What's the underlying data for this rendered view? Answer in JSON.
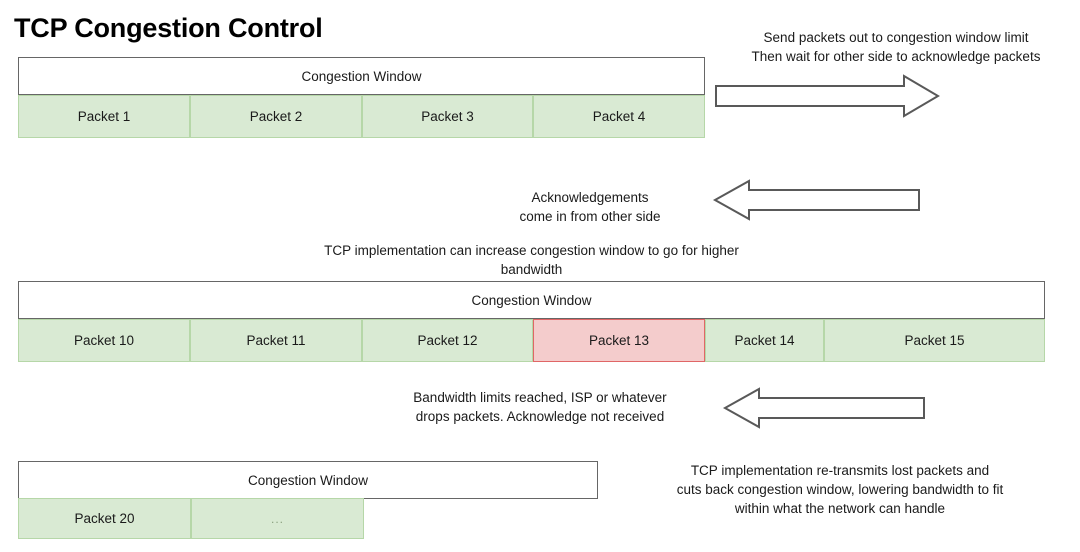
{
  "page": {
    "title": "TCP Congestion Control",
    "background": "#ffffff",
    "colors": {
      "packet_ok_fill": "#d9ead3",
      "packet_ok_border": "#b6d7a8",
      "packet_lost_fill": "#f4cccc",
      "packet_lost_border": "#e06666",
      "window_border": "#666666",
      "text": "#1a1a1a"
    }
  },
  "stages": [
    {
      "id": "stage-1",
      "window_label": "Congestion Window",
      "packets": [
        {
          "label": "Packet 1",
          "state": "ok"
        },
        {
          "label": "Packet 2",
          "state": "ok"
        },
        {
          "label": "Packet 3",
          "state": "ok"
        },
        {
          "label": "Packet 4",
          "state": "ok"
        }
      ],
      "note": "Send packets out to congestion window limit\nThen wait for other side to acknowledge packets",
      "note_line_1": "Send packets out to congestion window limit",
      "note_line_2": "Then wait for other side to acknowledge packets",
      "arrow": "arrow-right"
    },
    {
      "id": "stage-ack",
      "note_line_1": "Acknowledgements",
      "note_line_2": "come in from other side",
      "arrow": "arrow-left"
    },
    {
      "id": "stage-2",
      "caption_line_1": "TCP implementation can increase congestion window to go for higher",
      "caption_line_2": "bandwidth",
      "window_label": "Congestion Window",
      "packets": [
        {
          "label": "Packet 10",
          "state": "ok"
        },
        {
          "label": "Packet 11",
          "state": "ok"
        },
        {
          "label": "Packet 12",
          "state": "ok"
        },
        {
          "label": "Packet 13",
          "state": "lost"
        },
        {
          "label": "Packet 14",
          "state": "ok"
        },
        {
          "label": "Packet 15",
          "state": "ok"
        }
      ]
    },
    {
      "id": "stage-drop",
      "note_line_1": "Bandwidth limits reached, ISP or whatever",
      "note_line_2": "drops packets. Acknowledge not received",
      "arrow": "arrow-left"
    },
    {
      "id": "stage-3",
      "window_label": "Congestion Window",
      "packets": [
        {
          "label": "Packet 20",
          "state": "ok"
        },
        {
          "label": "...",
          "state": "ok"
        }
      ],
      "note_line_1": "TCP implementation re-transmits lost packets and",
      "note_line_2": "cuts back congestion window, lowering bandwidth to fit",
      "note_line_3": "within what the network can handle"
    }
  ]
}
